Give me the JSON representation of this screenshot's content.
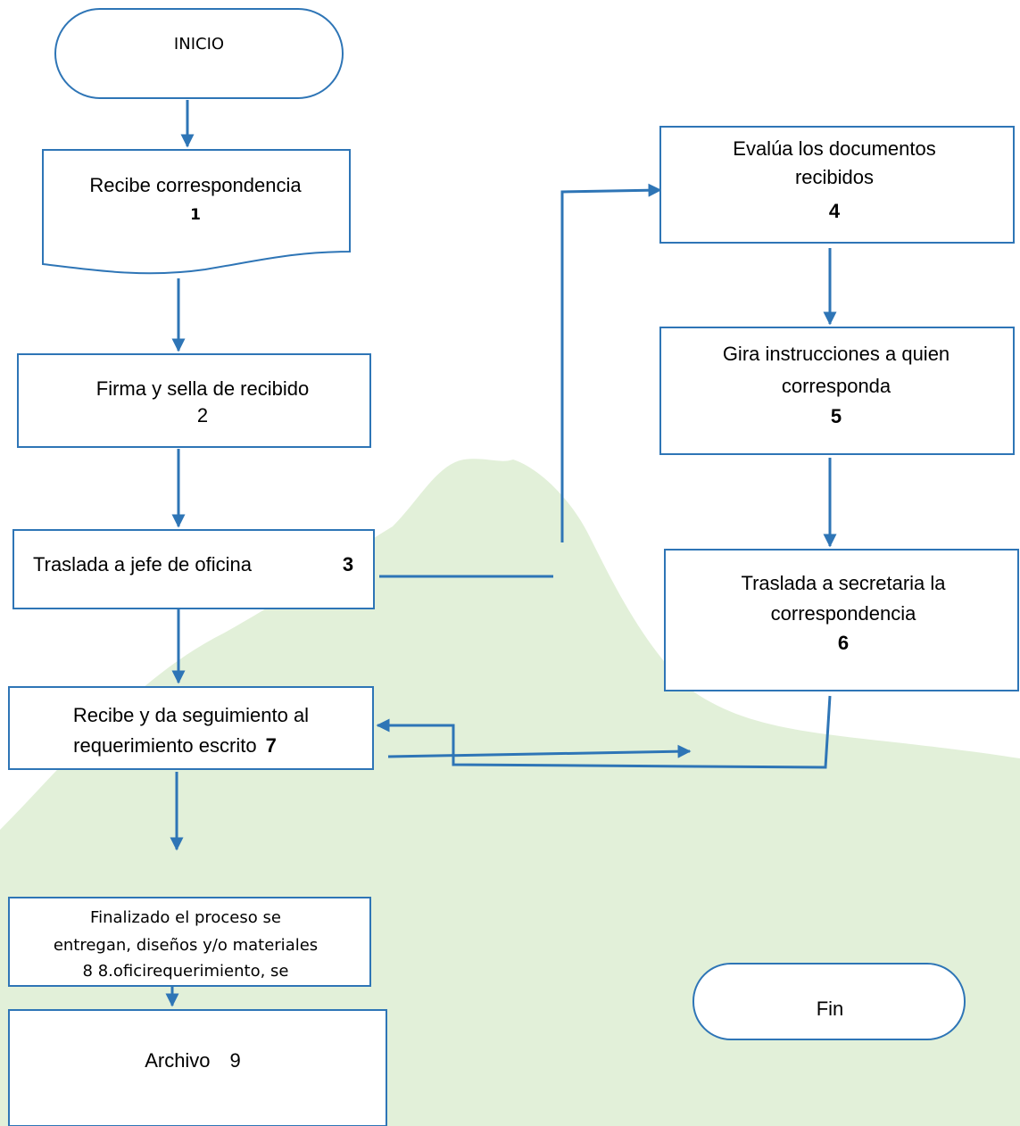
{
  "colors": {
    "stroke": "#2e75b6",
    "background_shape": "#e2f0d9",
    "text": "#000000"
  },
  "nodes": {
    "inicio": {
      "label": "INICIO"
    },
    "n1": {
      "line1": "Recibe correspondencia",
      "num": "1"
    },
    "n2": {
      "line1": "Firma y sella de recibido",
      "num": "2"
    },
    "n3": {
      "line1": "Traslada a jefe de oficina",
      "num": "3"
    },
    "n4": {
      "line1": "Evalúa  los documentos",
      "line2": "recibidos",
      "num": "4"
    },
    "n5": {
      "line1": "Gira instrucciones a quien",
      "line2": "corresponda",
      "num": "5"
    },
    "n6": {
      "line1": "Traslada  a secretaria la",
      "line2": "correspondencia",
      "num": "6"
    },
    "n7": {
      "line1": "Recibe y da seguimiento al",
      "line2": "requerimiento escrito",
      "num": "7"
    },
    "n8": {
      "line1": "Finalizado el proceso se",
      "line2": "entregan, diseños y/o materiales",
      "line3": "8  8.oficirequerimiento, se"
    },
    "n9": {
      "line1": "Archivo",
      "num": "9"
    },
    "fin": {
      "label": "Fin"
    }
  }
}
